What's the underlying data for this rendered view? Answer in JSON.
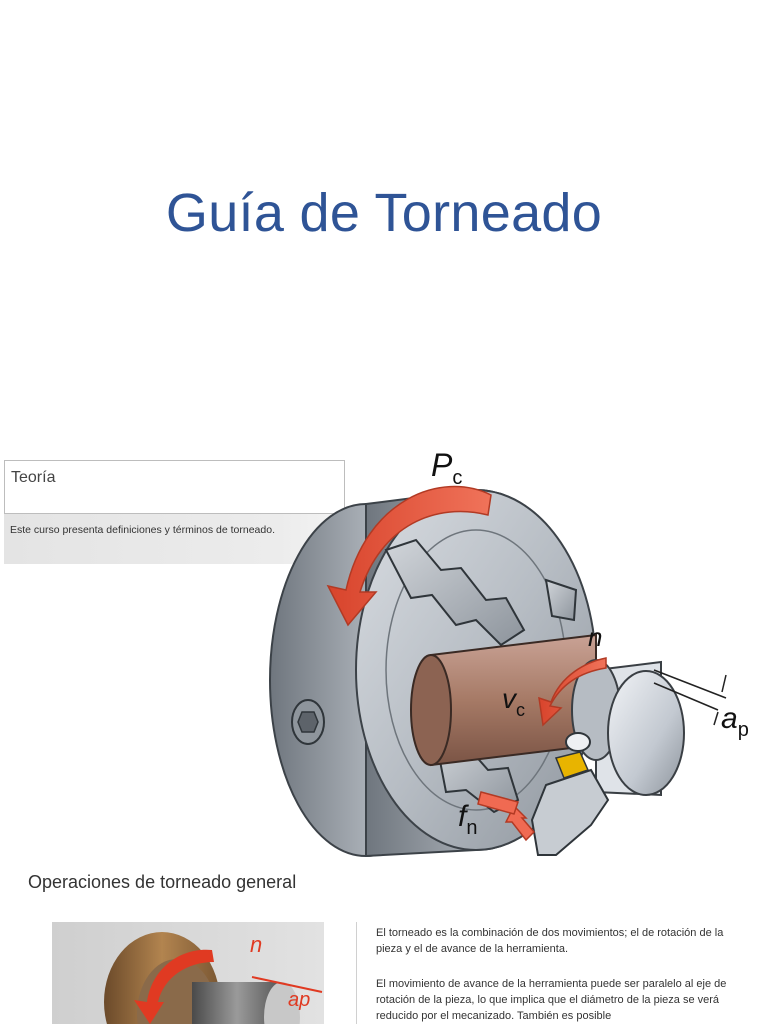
{
  "title": "Guía de Torneado",
  "theory": {
    "heading": "Teoría",
    "description": "Este curso presenta definiciones y términos de torneado."
  },
  "diagram_labels": {
    "pc_main": "P",
    "pc_sub": "c",
    "n": "n",
    "vc_main": "v",
    "vc_sub": "c",
    "ap_main": "a",
    "ap_sub": "p",
    "fn_main": "f",
    "fn_sub": "n"
  },
  "section": {
    "title": "Operaciones de torneado general"
  },
  "small_diagram_labels": {
    "n": "n",
    "ap": "ap"
  },
  "paragraphs": [
    "El torneado es la combinación de dos movimientos; el de rotación de la pieza y el de avance de la herramienta.",
    "El movimiento de avance de la herramienta puede ser paralelo al eje de rotación de la pieza, lo que implica que el diámetro de la pieza se verá reducido por el mecanizado. También es posible"
  ],
  "colors": {
    "title": "#2f5496",
    "arrow": "#e8533a",
    "workpiece": "#a67a66"
  }
}
